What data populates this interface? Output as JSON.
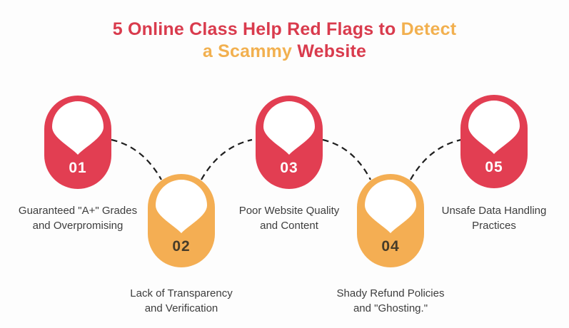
{
  "title": {
    "line1_red": "5 Online Class Help Red Flags to ",
    "line1_yellow": "Detect",
    "line2_yellow": "a Scammy ",
    "line2_red": "Website"
  },
  "steps": [
    {
      "number": "01",
      "color": "red",
      "label": "Guaranteed \"A+\" Grades\nand Overpromising"
    },
    {
      "number": "02",
      "color": "yellow",
      "label": "Lack of Transparency\nand Verification"
    },
    {
      "number": "03",
      "color": "red",
      "label": "Poor Website Quality\nand Content"
    },
    {
      "number": "04",
      "color": "yellow",
      "label": "Shady Refund Policies\nand \"Ghosting.\""
    },
    {
      "number": "05",
      "color": "red",
      "label": "Unsafe Data Handling\nPractices"
    }
  ],
  "colors": {
    "pin_red": "#e23e52",
    "pin_yellow": "#f4ae53",
    "title_red": "#d93b4d",
    "title_yellow": "#f2b04f",
    "label_text": "#3d3d3d",
    "number_on_red": "#ffffff",
    "number_on_yellow": "#473c29",
    "connector": "#1f1f1f",
    "background": "#fdfdfd"
  }
}
